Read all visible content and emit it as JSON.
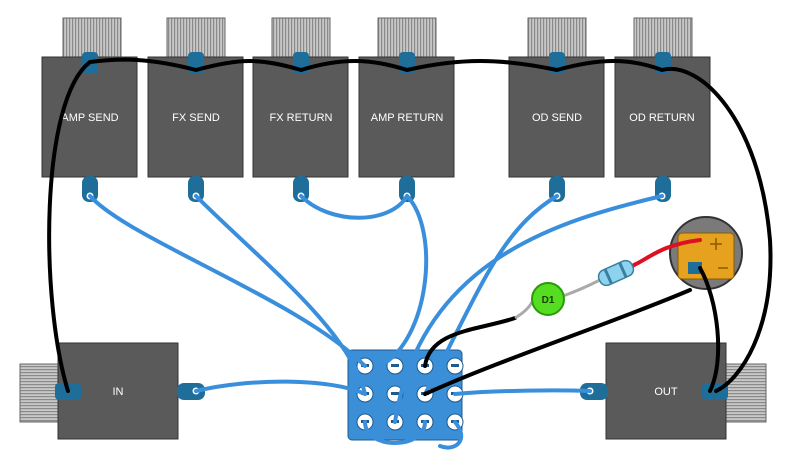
{
  "jacks": {
    "amp_send": "AMP SEND",
    "fx_send": "FX SEND",
    "fx_return": "FX RETURN",
    "amp_return": "AMP RETURN",
    "od_send": "OD SEND",
    "od_return": "OD RETURN",
    "input": "IN",
    "output": "OUT"
  },
  "led": {
    "label": "D1",
    "color": "#55dd22"
  },
  "colors": {
    "jack_body": "#5a5a5a",
    "jack_lug": "#1f6e9a",
    "signal_wire": "#3a8fdd",
    "ground_wire": "#000000",
    "switch_body": "#3a8fd6",
    "battery_pcb": "#e6a21e",
    "power_wire": "#dd1122",
    "resistor": "#8ed3ee"
  }
}
